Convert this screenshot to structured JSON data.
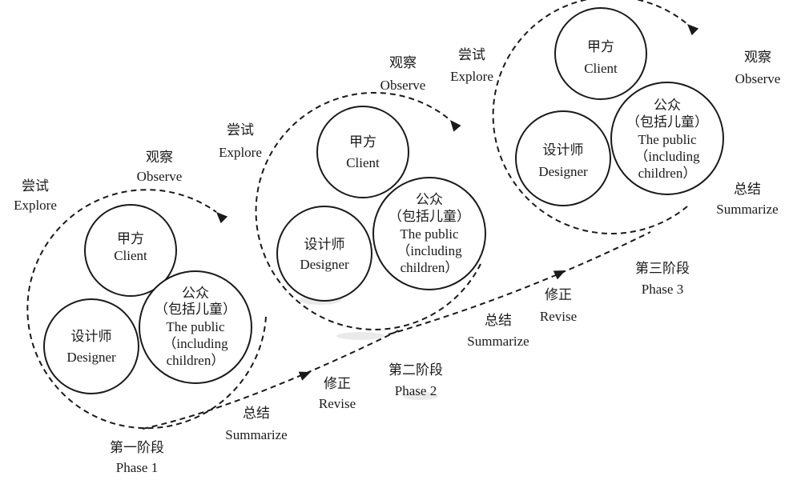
{
  "diagram": {
    "labels": {
      "explore_cn": "尝试",
      "explore_en": "Explore",
      "observe_cn": "观察",
      "observe_en": "Observe",
      "summarize_cn": "总结",
      "summarize_en": "Summarize",
      "revise_cn": "修正",
      "revise_en": "Revise"
    },
    "actors": {
      "client_cn": "甲方",
      "client_en": "Client",
      "designer_cn": "设计师",
      "designer_en": "Designer",
      "public_cn": "公众",
      "public_paren_cn": "（包括儿童）",
      "public_en": "The public",
      "public_paren_en": "（including",
      "public_children_en": "children）"
    },
    "phases": [
      {
        "cn": "第一阶段",
        "en": "Phase 1"
      },
      {
        "cn": "第二阶段",
        "en": "Phase 2"
      },
      {
        "cn": "第三阶段",
        "en": "Phase 3"
      }
    ]
  }
}
